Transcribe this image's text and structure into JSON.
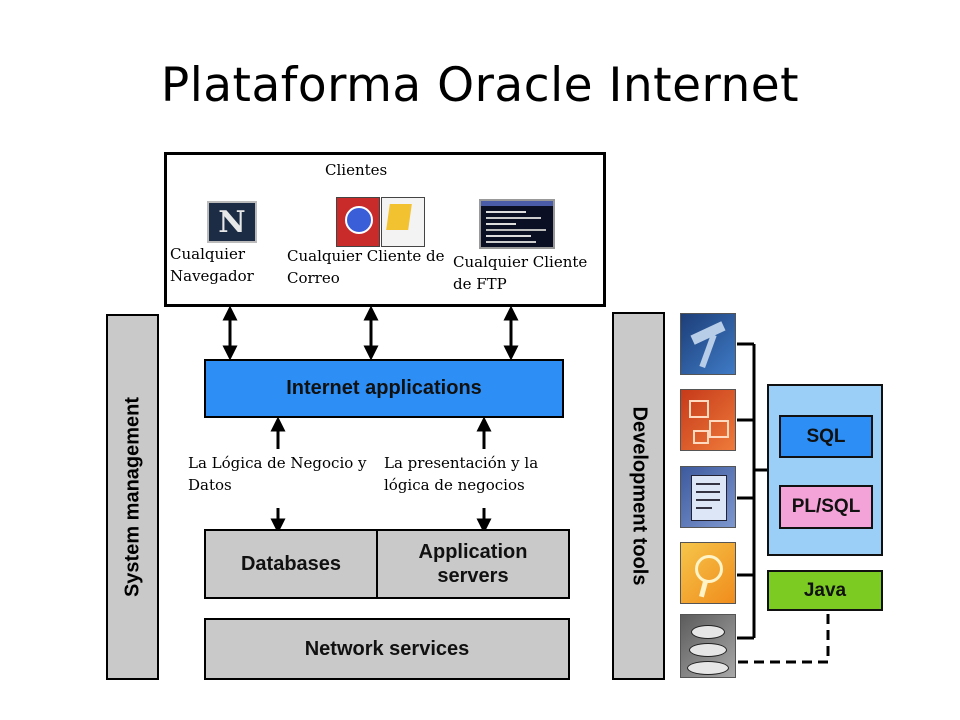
{
  "title": "Plataforma Oracle Internet",
  "clients": {
    "heading": "Clientes",
    "browser": {
      "label": "Cualquier Navegador",
      "icon": "netscape-icon"
    },
    "mail": {
      "label": "Cualquier Cliente de Correo",
      "icon": "mail-client-icon"
    },
    "ftp": {
      "label": "Cualquier Cliente de FTP",
      "icon": "terminal-icon"
    }
  },
  "layers": {
    "internet_applications": "Internet applications",
    "databases": "Databases",
    "application_servers": "Application servers",
    "network_services": "Network services"
  },
  "side_labels": {
    "system_management": "System management",
    "development_tools": "Development tools"
  },
  "annotations": {
    "business_logic": "La Lógica de Negocio y Datos",
    "presentation": "La presentación y la lógica de negocios"
  },
  "languages": {
    "sql": "SQL",
    "plsql": "PL/SQL",
    "java": "Java"
  },
  "colors": {
    "internet_bar": "#2d8ff5",
    "layer_gray": "#c9c9c9",
    "lang_panel": "#9ccff7",
    "sql_box": "#2d8ff5",
    "plsql_box": "#f4a3d8",
    "java_box": "#7ccb23"
  },
  "tool_icons": [
    "hammer-icon",
    "diagram-icon",
    "document-icon",
    "magnifier-icon",
    "coffee-cup-icon"
  ]
}
